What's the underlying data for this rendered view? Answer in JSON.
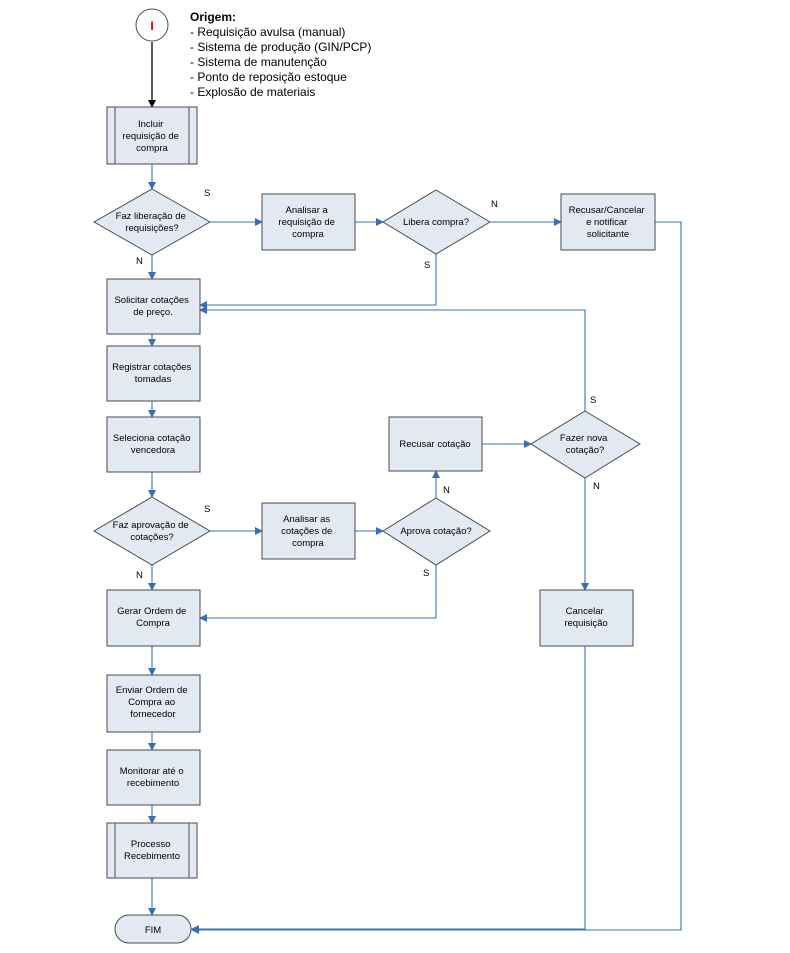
{
  "diagram": {
    "start_label": "I",
    "origin": {
      "title": "Origem:",
      "items": [
        "- Requisição avulsa (manual)",
        "- Sistema de produção (GIN/PCP)",
        "- Sistema de manutenção",
        "- Ponto de reposição estoque",
        "- Explosão de materiais"
      ]
    },
    "nodes": {
      "incluir": [
        "Incluir",
        "requisição de",
        "compra"
      ],
      "faz_liberacao": [
        "Faz liberação de",
        "requisições?"
      ],
      "analisar_req": [
        "Analisar a",
        "requisição de",
        "compra"
      ],
      "libera_compra": [
        "Libera compra?"
      ],
      "recusar_cancelar": [
        "Recusar/Cancelar",
        "e notificar",
        "solicitante"
      ],
      "solicitar": [
        "Solicitar cotações",
        "de preço."
      ],
      "registrar": [
        "Registrar cotações",
        "tomadas"
      ],
      "seleciona": [
        "Seleciona cotação",
        "vencedora"
      ],
      "recusar_cotacao": [
        "Recusar cotação"
      ],
      "fazer_nova": [
        "Fazer nova",
        "cotação?"
      ],
      "faz_aprovacao": [
        "Faz aprovação de",
        "cotações?"
      ],
      "analisar_cot": [
        "Analisar as",
        "cotações de",
        "compra"
      ],
      "aprova": [
        "Aprova cotação?"
      ],
      "gerar_oc": [
        "Gerar Ordem de",
        "Compra"
      ],
      "cancelar_req": [
        "Cancelar",
        "requisição"
      ],
      "enviar_oc": [
        "Enviar Ordem de",
        "Compra ao",
        "fornecedor"
      ],
      "monitorar": [
        "Monitorar até o",
        "recebimento"
      ],
      "processo_receb": [
        "Processo",
        "Recebimento"
      ],
      "fim": [
        "FIM"
      ]
    },
    "edge_labels": {
      "liberacao_sim": "S",
      "liberacao_nao": "N",
      "libera_nao": "N",
      "libera_sim": "S",
      "nova_sim": "S",
      "nova_nao": "N",
      "aprovacao_sim": "S",
      "aprovacao_nao": "N",
      "aprova_nao": "N",
      "aprova_sim": "S"
    }
  }
}
